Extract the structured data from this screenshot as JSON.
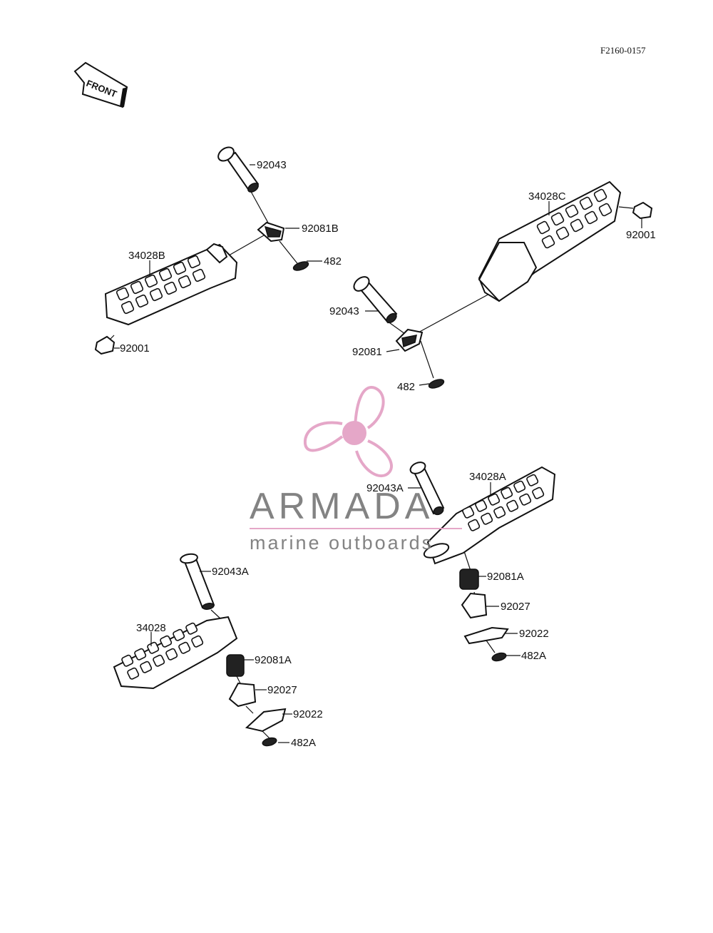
{
  "figure_id": "F2160-0157",
  "front_label": "FRONT",
  "watermark": {
    "title": "ARMADA",
    "subtitle": "marine outboards",
    "accent_color": "#e4a3c6",
    "text_color": "#7d7d7d"
  },
  "parts": {
    "p1": "92043",
    "p2": "92081B",
    "p3": "482",
    "p4": "34028B",
    "p5": "92001",
    "p6": "34028C",
    "p7": "92001",
    "p8": "92043",
    "p9": "92081",
    "p10": "482",
    "p11": "92043A",
    "p12": "34028A",
    "p13": "92081A",
    "p14": "92027",
    "p15": "92022",
    "p16": "482A",
    "p17": "92043A",
    "p18": "34028",
    "p19": "92081A",
    "p20": "92027",
    "p21": "92022",
    "p22": "482A"
  }
}
